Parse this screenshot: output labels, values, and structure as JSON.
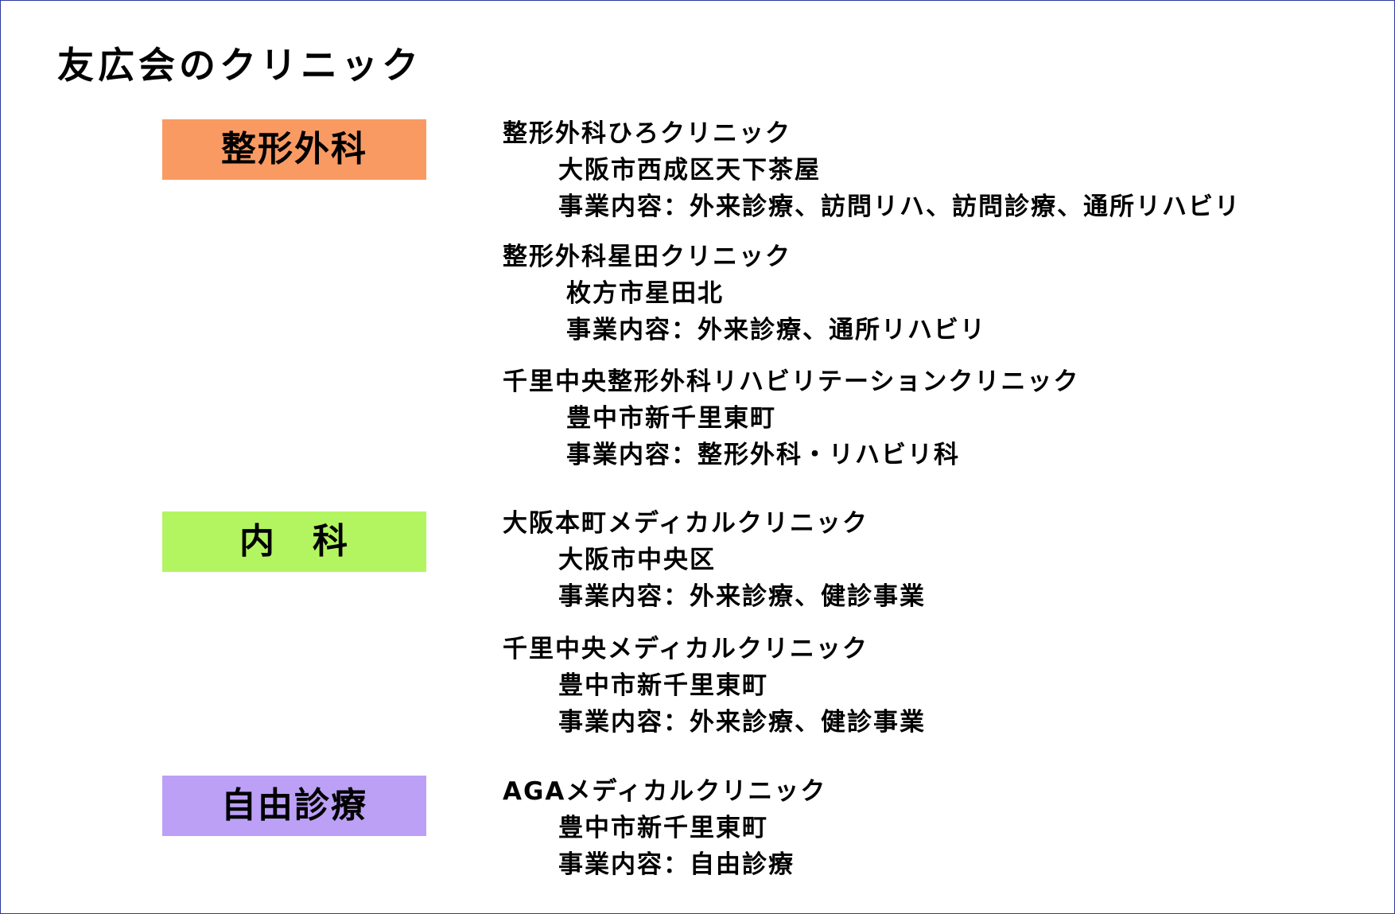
{
  "page": {
    "title": "友広会のクリニック",
    "frame_color": "#2f3a9e"
  },
  "departments": [
    {
      "label": "整形外科",
      "color": "#f99a63",
      "clinics": [
        {
          "name": "整形外科ひろクリニック",
          "address": "大阪市西成区天下茶屋",
          "services": "事業内容：外来診療、訪問リハ、訪問診療、通所リハビリ"
        },
        {
          "name": "整形外科星田クリニック",
          "address": "枚方市星田北",
          "services": "事業内容：外来診療、通所リハビリ"
        },
        {
          "name": "千里中央整形外科リハビリテーションクリニック",
          "address": "豊中市新千里東町",
          "services": "事業内容：整形外科・リハビリ科"
        }
      ]
    },
    {
      "label": "内　科",
      "color": "#b3f561",
      "clinics": [
        {
          "name": "大阪本町メディカルクリニック",
          "address": "大阪市中央区",
          "services": "事業内容：外来診療、健診事業"
        },
        {
          "name": "千里中央メディカルクリニック",
          "address": "豊中市新千里東町",
          "services": "事業内容：外来診療、健診事業"
        }
      ]
    },
    {
      "label": "自由診療",
      "color": "#bba0f6",
      "clinics": [
        {
          "name": "AGAメディカルクリニック",
          "address": "豊中市新千里東町",
          "services": "事業内容：自由診療"
        }
      ]
    }
  ]
}
